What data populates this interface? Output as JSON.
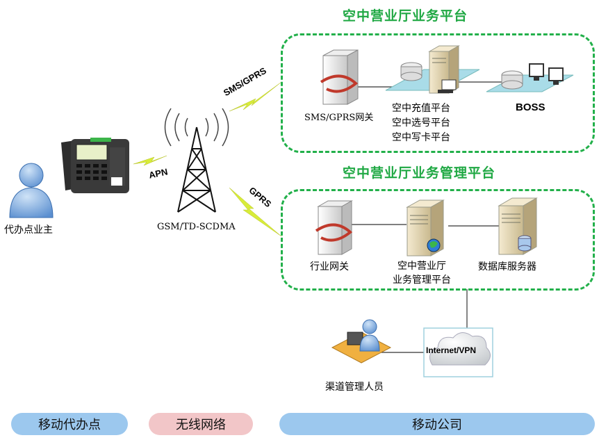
{
  "titles": {
    "top_platform": "空中营业厅业务平台",
    "mgmt_platform": "空中营业厅业务管理平台"
  },
  "nodes": {
    "owner": "代办点业主",
    "tower": "GSM/TD-SCDMA",
    "sms_gateway": "SMS/GPRS网关",
    "recharge": [
      "空中充值平台",
      "空中选号平台",
      "空中写卡平台"
    ],
    "boss": "BOSS",
    "industry_gateway": "行业网关",
    "mgmt_server": [
      "空中营业厅",
      "业务管理平台"
    ],
    "db_server": "数据库服务器",
    "internet": "Internet/VPN",
    "channel_staff": "渠道管理人员"
  },
  "links": {
    "apn": "APN",
    "sms_gprs": "SMS/GPRS",
    "gprs": "GPRS"
  },
  "bottom_bar": {
    "mobile_agent": "移动代办点",
    "wireless": "无线网络",
    "company": "移动公司"
  },
  "colors": {
    "green": "#22b04a",
    "pill_blue": "#9cc8ee",
    "pill_pink": "#f2c6c8",
    "lightning": "#d8ec3a"
  }
}
